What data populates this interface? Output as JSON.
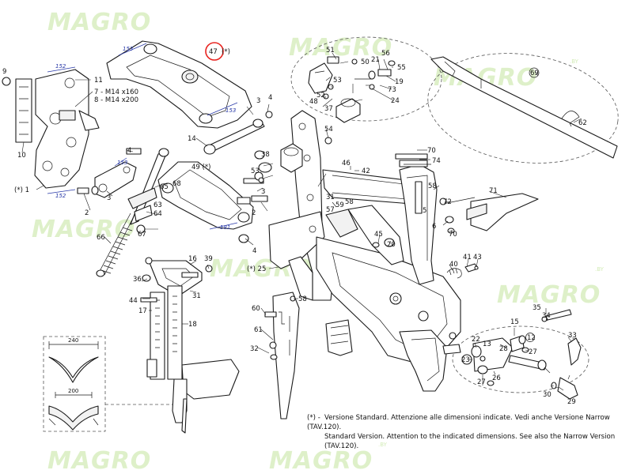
{
  "watermark": {
    "brand": "MAGRO",
    "suffix": ".BY"
  },
  "callouts": {
    "c1": "(*) 1",
    "c2": "2",
    "c3": "3",
    "c4": "4",
    "c5": "5",
    "c6": "6",
    "c7": "7 - M14 x160",
    "c8": "8 - M14 x200",
    "c9": "9",
    "c10": "10",
    "c11": "11",
    "c12": "12",
    "c13": "13",
    "c14": "14",
    "c15": "15",
    "c16": "16",
    "c17": "17",
    "c18": "18",
    "c19": "19",
    "c20": "20",
    "c21": "21",
    "c22": "22",
    "c23": "23",
    "c24": "24",
    "c25": "(*) 25",
    "c26": "26",
    "c27": "27",
    "c28": "28",
    "c29": "29",
    "c30": "30",
    "c31": "31",
    "c32": "32",
    "c33": "33",
    "c34": "34",
    "c35": "35",
    "c36": "36",
    "c37": "37",
    "c38": "38",
    "c39": "39",
    "c40": "40",
    "c41": "41",
    "c42": "42",
    "c43": "43",
    "c44": "44",
    "c45": "45",
    "c46": "46",
    "c47": "47",
    "c47s": "(*)",
    "c48": "48",
    "c49": "49 (*)",
    "c50": "50",
    "c51": "51",
    "c52": "52",
    "c53": "53",
    "c54": "54",
    "c55": "55",
    "c56": "56",
    "c57": "57",
    "c58": "58",
    "c59": "59",
    "c60": "60",
    "c61": "61",
    "c62": "62",
    "c63": "63",
    "c64": "64",
    "c65": "65",
    "c66": "66",
    "c67": "67",
    "c68": "68",
    "c69": "69",
    "c70": "70",
    "c71": "71",
    "c72": "72",
    "c73": "73",
    "c74": "74"
  },
  "dimensions": {
    "d152": "152",
    "d153": "153",
    "d181": "181",
    "d240": "240",
    "d200": "200"
  },
  "footnote": {
    "marker": "(*) -",
    "line1": "Versione Standard. Attenzione alle dimensioni indicate. Vedi anche Versione Narrow (TAV.120).",
    "line2": "Standard Version. Attention to the indicated dimensions. See also the Narrow Version (TAV.120)."
  },
  "colors": {
    "highlight": "#e8231f",
    "watermark": "#b7e08a",
    "dimension": "#2a3aa8"
  }
}
